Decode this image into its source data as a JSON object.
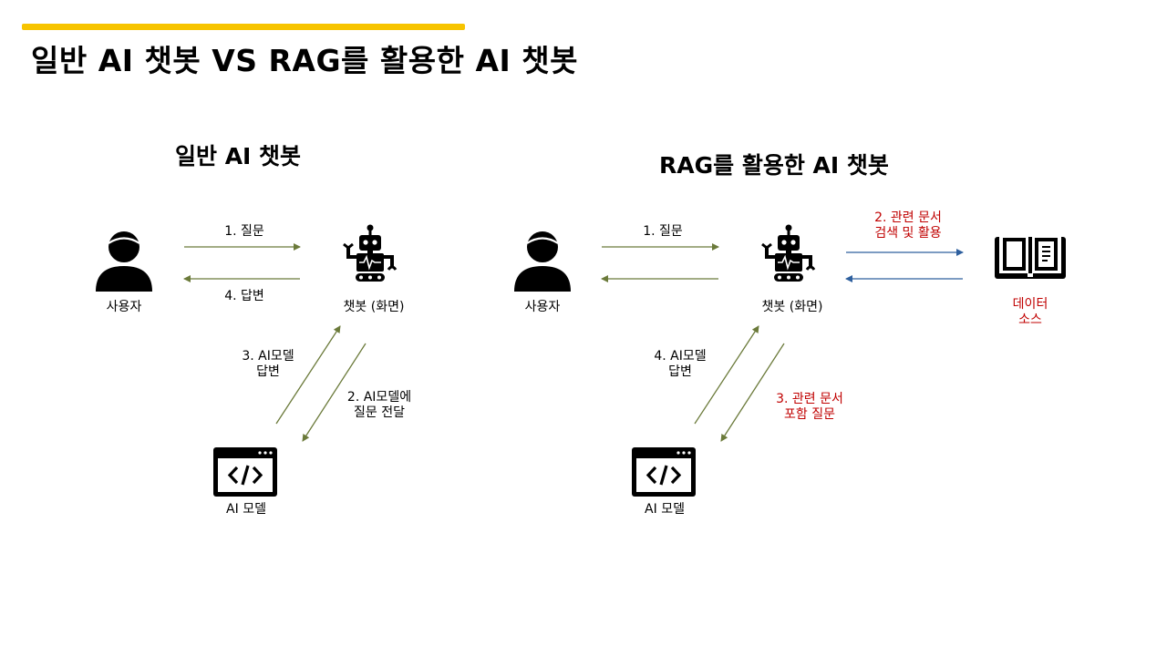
{
  "slide": {
    "title": "일반 AI 챗봇 VS RAG를 활용한 AI 챗봇",
    "accent_color": "#f7c400"
  },
  "left": {
    "heading": "일반 AI 챗봇",
    "nodes": {
      "user": "사용자",
      "chatbot": "챗봇 (화면)",
      "model": "AI 모델"
    },
    "edges": {
      "question": "1. 질문",
      "answer": "4. 답변",
      "model_answer": [
        "3. AI모델",
        "답변"
      ],
      "to_model": [
        "2. AI모델에",
        "질문 전달"
      ]
    }
  },
  "right": {
    "heading": "RAG를 활용한 AI 챗봇",
    "nodes": {
      "user": "사용자",
      "chatbot": "챗봇 (화면)",
      "model": "AI 모델",
      "data_source": [
        "데이터",
        "소스"
      ]
    },
    "edges": {
      "question": "1. 질문",
      "search": [
        "2. 관련 문서",
        "검색 및 활용"
      ],
      "with_docs": [
        "3. 관련 문서",
        "포함 질문"
      ],
      "model_answer": [
        "4. AI모델",
        "답변"
      ]
    }
  },
  "colors": {
    "arrow_green": "#6b7a3a",
    "arrow_blue": "#2e5f9e",
    "highlight_red": "#c00000"
  },
  "icons": [
    "user-icon",
    "robot-icon",
    "code-window-icon",
    "book-icon"
  ]
}
